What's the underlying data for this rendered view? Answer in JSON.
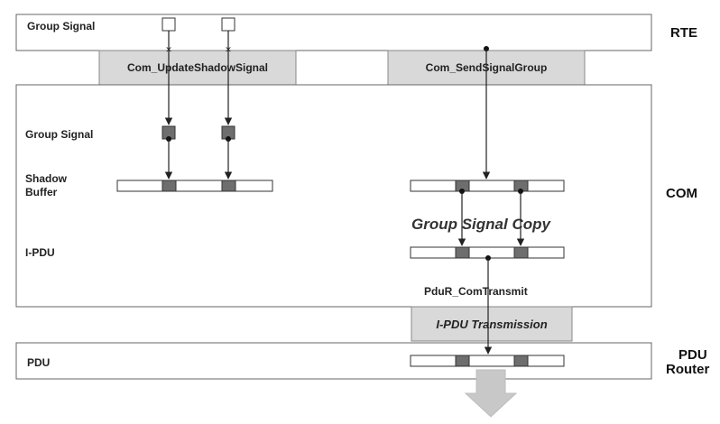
{
  "layers": {
    "rte": "RTE",
    "com": "COM",
    "pdu_router_line1": "PDU",
    "pdu_router_line2": "Router"
  },
  "apis": {
    "update_shadow_signal": "Com_UpdateShadowSignal",
    "send_signal_group": "Com_SendSignalGroup",
    "pdur_com_transmit": "PduR_ComTransmit",
    "ipdu_transmission": "I-PDU Transmission"
  },
  "labels": {
    "rte_group_signal": "Group Signal",
    "com_group_signal": "Group Signal",
    "shadow_buffer_line1": "Shadow",
    "shadow_buffer_line2": "Buffer",
    "ipdu": "I-PDU",
    "pdu": "PDU",
    "group_signal_copy": "Group Signal Copy"
  },
  "colors": {
    "api_box": "#d9d9d9",
    "signal_cell": "#6e6e6e",
    "border": "#666666"
  }
}
